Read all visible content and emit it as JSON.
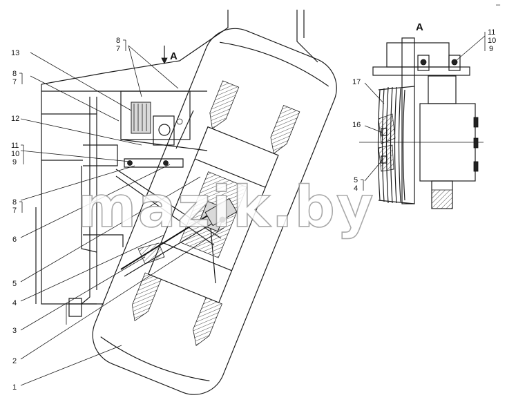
{
  "view_label": "A",
  "section_arrow_label": "A",
  "watermark": "mazik.by",
  "corner_mark": "‒",
  "callouts_main": [
    "13",
    "8",
    "7",
    "12",
    "11",
    "10",
    "9",
    "8",
    "7",
    "6",
    "5",
    "4",
    "3",
    "2",
    "1",
    "8",
    "7"
  ],
  "callouts_view": [
    "11",
    "10",
    "9",
    "17",
    "16",
    "5",
    "4"
  ]
}
